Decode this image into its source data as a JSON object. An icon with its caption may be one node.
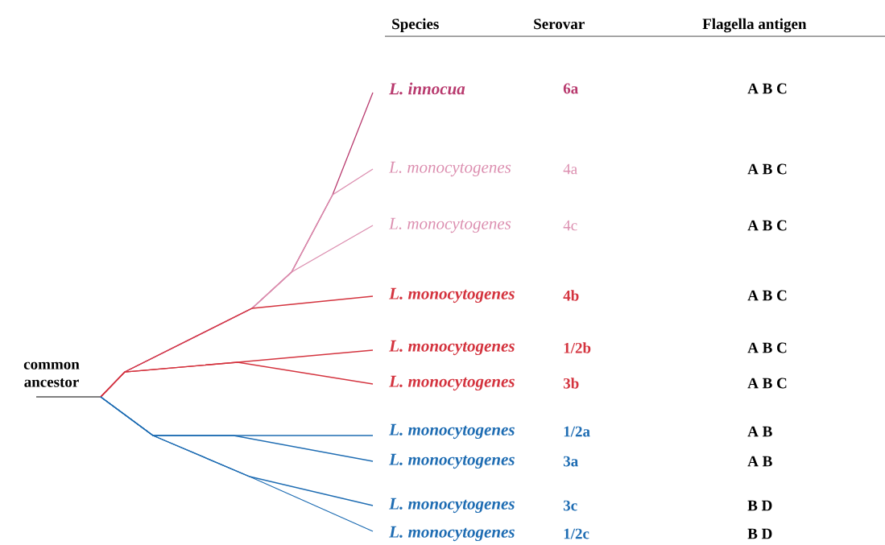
{
  "diagram": {
    "nodes": [
      {
        "text": [
          "common ancestor"
        ]
      },
      {
        "text": [
          "L. innocua"
        ]
      },
      {
        "text": [
          "L. monocytogenes"
        ]
      },
      {
        "text": [
          "L. monocytogenes"
        ]
      },
      {
        "text": [
          "L. monocytogenes"
        ]
      },
      {
        "text": [
          "L. monocytogenes"
        ]
      },
      {
        "text": [
          "L. monocytogenes"
        ]
      },
      {
        "text": [
          "L. monocytogenes"
        ]
      },
      {
        "text": [
          "L. monocytogenes"
        ]
      },
      {
        "text": [
          "L. monocytogenes"
        ]
      },
      {
        "text": [
          "L. monocytogenes"
        ]
      }
    ],
    "edges": [
      {
        "from": 0,
        "to": 1,
        "arrow": "none",
        "color": "#b83a6e"
      },
      {
        "from": 0,
        "to": 2,
        "arrow": "none",
        "color": "#dc8fb0"
      },
      {
        "from": 0,
        "to": 3,
        "arrow": "none",
        "color": "#dc8fb0"
      },
      {
        "from": 0,
        "to": 4,
        "arrow": "none",
        "color": "#d4343f"
      },
      {
        "from": 0,
        "to": 5,
        "arrow": "none",
        "color": "#d4343f"
      },
      {
        "from": 0,
        "to": 6,
        "arrow": "none",
        "color": "#d4343f"
      },
      {
        "from": 0,
        "to": 7,
        "arrow": "none",
        "color": "#1f6db3"
      },
      {
        "from": 0,
        "to": 8,
        "arrow": "none",
        "color": "#1f6db3"
      },
      {
        "from": 0,
        "to": 9,
        "arrow": "none",
        "color": "#1f6db3"
      },
      {
        "from": 0,
        "to": 10,
        "arrow": "none",
        "color": "#1f6db3"
      }
    ],
    "labels": [
      "Species",
      "Serovar",
      "Flagella antigen",
      "6a",
      "A B C",
      "4a",
      "A B C",
      "4c",
      "A B C",
      "4b",
      "A B C",
      "1/2b",
      "A B C",
      "3b",
      "A B C",
      "1/2a",
      "A B",
      "3a",
      "A B",
      "3c",
      "B D",
      "1/2c",
      "B D"
    ]
  }
}
